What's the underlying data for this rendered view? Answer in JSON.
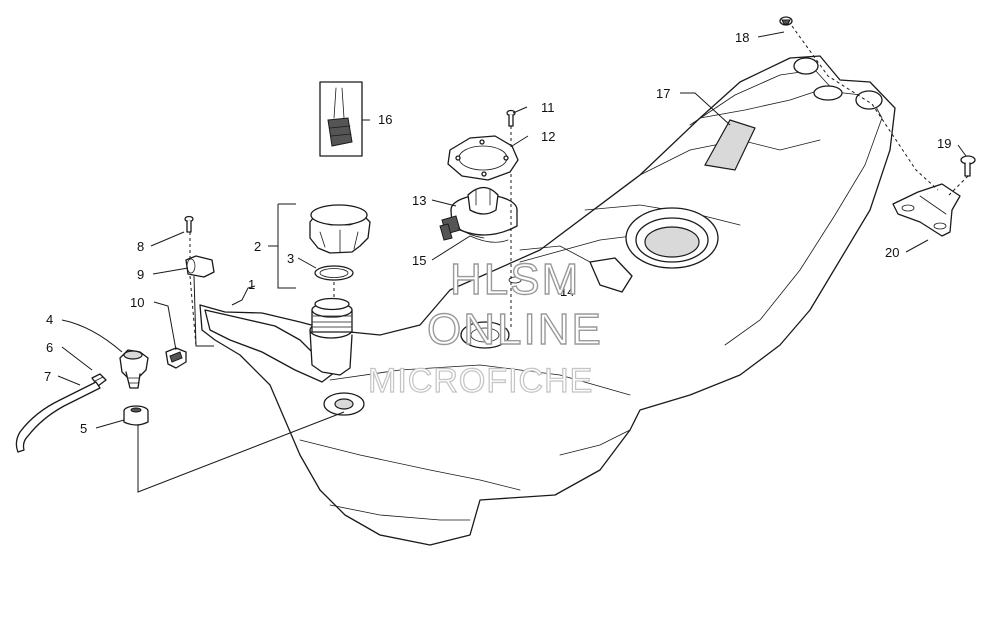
{
  "watermark": {
    "line1": "HLSM",
    "line2": "ONLINE",
    "line3": "MICROFICHE"
  },
  "callouts": [
    {
      "id": "1",
      "text": "1"
    },
    {
      "id": "2",
      "text": "2"
    },
    {
      "id": "3",
      "text": "3"
    },
    {
      "id": "4",
      "text": "4"
    },
    {
      "id": "5",
      "text": "5"
    },
    {
      "id": "6",
      "text": "6"
    },
    {
      "id": "7",
      "text": "7"
    },
    {
      "id": "8",
      "text": "8"
    },
    {
      "id": "9",
      "text": "9"
    },
    {
      "id": "10",
      "text": "10"
    },
    {
      "id": "11",
      "text": "11"
    },
    {
      "id": "12",
      "text": "12"
    },
    {
      "id": "13",
      "text": "13"
    },
    {
      "id": "14",
      "text": "14"
    },
    {
      "id": "15",
      "text": "15"
    },
    {
      "id": "16",
      "text": "16"
    },
    {
      "id": "17",
      "text": "17"
    },
    {
      "id": "18",
      "text": "18"
    },
    {
      "id": "19",
      "text": "19"
    },
    {
      "id": "20",
      "text": "20"
    }
  ],
  "colors": {
    "line": "#1a1a1a",
    "background": "#ffffff",
    "watermark": "#9a9a9a"
  }
}
